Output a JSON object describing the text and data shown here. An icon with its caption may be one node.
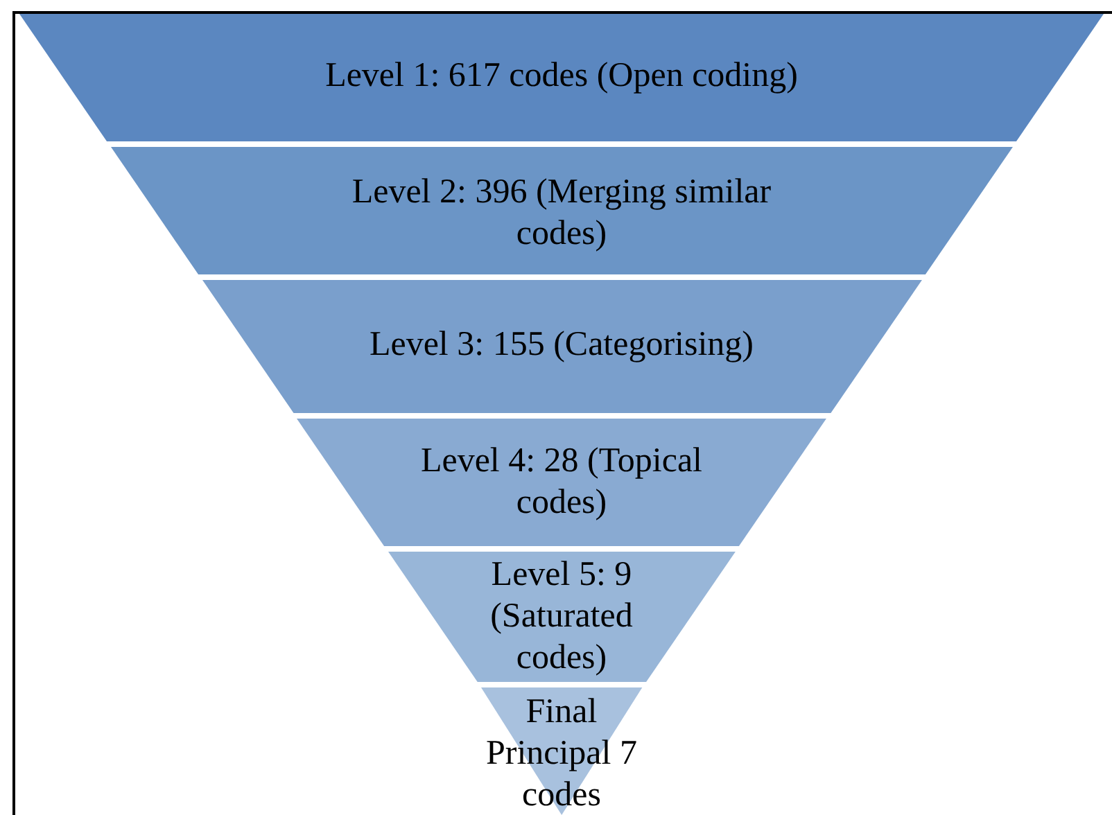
{
  "diagram": {
    "nodes": [
      {
        "text": [
          "Level 1: 617 codes (Open coding)"
        ]
      },
      {
        "text": [
          "Level 2: 396 (Merging similar codes)"
        ]
      },
      {
        "text": [
          "Level 3: 155 (Categorising)"
        ]
      },
      {
        "text": [
          "Level 4: 28 (Topical codes)"
        ]
      },
      {
        "text": [
          "Level 5: 9 (Saturated codes)"
        ]
      },
      {
        "text": [
          "Final Principal 7 codes"
        ]
      }
    ]
  }
}
